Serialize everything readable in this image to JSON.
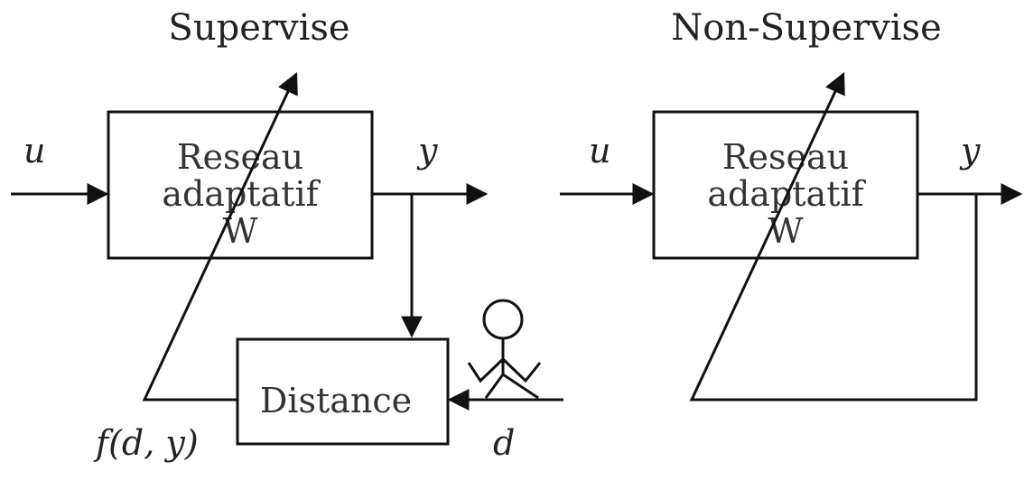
{
  "supervised": {
    "title": "Supervise",
    "input_label": "u",
    "output_label": "y",
    "network_lines": [
      "Reseau",
      "adaptatif",
      "W"
    ],
    "distance_label": "Distance",
    "function_label": "f(d, y)",
    "desired_label": "d"
  },
  "unsupervised": {
    "title": "Non-Supervise",
    "input_label": "u",
    "output_label": "y",
    "network_lines": [
      "Reseau",
      "adaptatif",
      "W"
    ]
  }
}
